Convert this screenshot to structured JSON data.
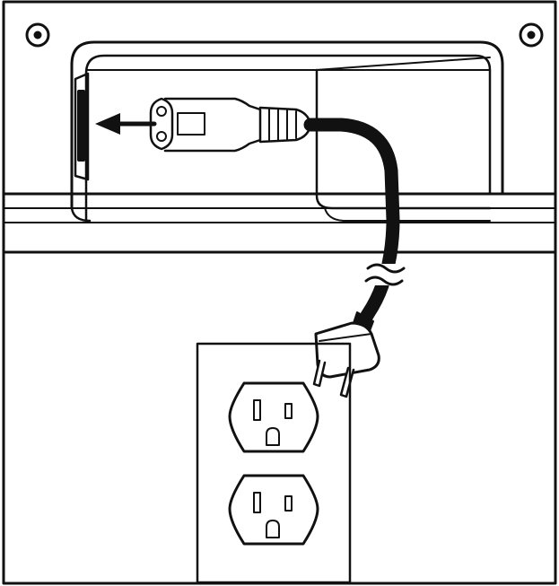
{
  "diagram": {
    "colors": {
      "ink": "#111111",
      "background": "#ffffff"
    },
    "components": [
      "mounting-screw",
      "power-inlet-port",
      "direction-arrow",
      "connector-plug",
      "power-cord",
      "cord-break-mark",
      "two-prong-plug",
      "wall-outlet-plate",
      "outlet-receptacle"
    ]
  }
}
